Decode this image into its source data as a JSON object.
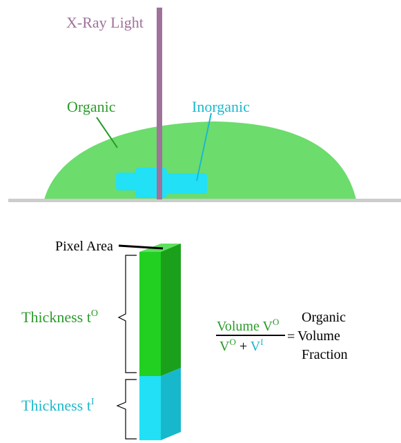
{
  "top_panel": {
    "xray_label": "X-Ray Light",
    "organic_label": "Organic",
    "inorganic_label": "Inorganic"
  },
  "bottom_panel": {
    "pixel_area_label": "Pixel Area",
    "thickness_organic": {
      "base": "Thickness t",
      "superscript": "O"
    },
    "thickness_inorganic": {
      "base": "Thickness t",
      "superscript": "I"
    },
    "formula": {
      "numerator_base": "Volume V",
      "numerator_sup": "O",
      "denominator_term1_base": "V",
      "denominator_term1_sup": "O",
      "plus": " + ",
      "denominator_term2_base": "V",
      "denominator_term2_sup": "I",
      "equals": "=",
      "result_lines": [
        "Organic",
        "Volume",
        "Fraction"
      ]
    }
  },
  "colors": {
    "organic": "#6cdc6c",
    "organic_text": "#2a9a2a",
    "organic_column": "#22d022",
    "organic_column_side": "#1aa01a",
    "organic_column_top": "#5fe05f",
    "inorganic": "#22e0f5",
    "inorganic_text": "#1cb8cc",
    "inorganic_side": "#18b8cc",
    "xray": "#a0719a",
    "ground": "#cccccc",
    "text": "#000000"
  }
}
